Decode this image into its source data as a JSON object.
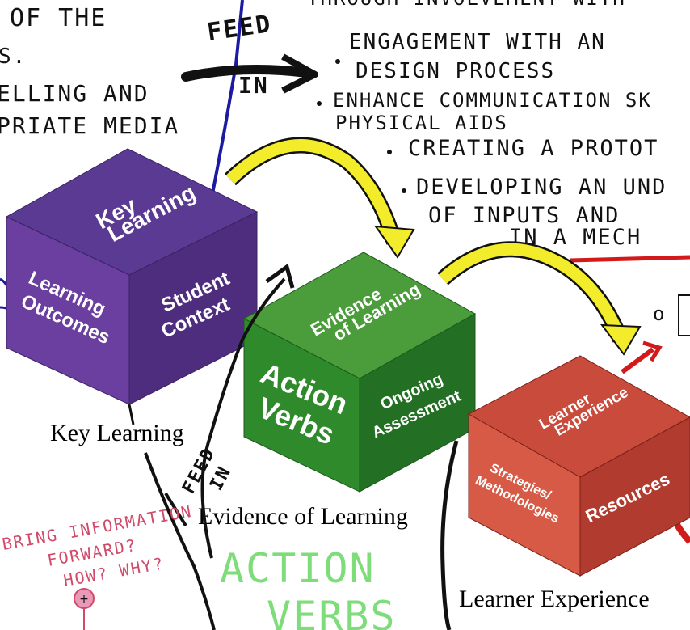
{
  "notes": {
    "top_left": [
      "OF THE",
      "S.",
      "ELLING AND",
      "PRIATE MEDIA"
    ],
    "feed_in_top": [
      "FEED",
      "IN"
    ],
    "bullets": [
      "THROUGH INVOLVEMENT WITH",
      "ENGAGEMENT WITH AN",
      "DESIGN PROCESS",
      "ENHANCE COMMUNICATION SK",
      "PHYSICAL AIDS",
      "CREATING A PROTOT",
      "DEVELOPING AN UND",
      "OF INPUTS AND",
      "IN A MECH"
    ],
    "right_fragment": "o",
    "feed_in_mid": [
      "FEED",
      "IN"
    ],
    "bring_forward": [
      "BRING INFORMATION",
      "FORWARD?",
      "HOW? WHY?"
    ],
    "action_verbs_green": [
      "ACTION",
      "VERBS"
    ]
  },
  "cubes": {
    "key_learning": {
      "top": [
        "Key",
        "Learning"
      ],
      "left": [
        "Learning",
        "Outcomes"
      ],
      "right": [
        "Student",
        "Context"
      ],
      "caption": "Key Learning",
      "colors": {
        "top": "#5b3a93",
        "left": "#6a3f9f",
        "right": "#4e2d7f"
      }
    },
    "evidence_of_learning": {
      "top": [
        "Evidence",
        "of Learning"
      ],
      "left": [
        "Action",
        "Verbs"
      ],
      "right": [
        "Ongoing",
        "Assessment"
      ],
      "caption": "Evidence of Learning",
      "colors": {
        "top": "#4b9c3a",
        "left": "#2f8a2c",
        "right": "#236f23"
      }
    },
    "learner_experience": {
      "top": [
        "Learner",
        "Experience"
      ],
      "left": [
        "Strategies/",
        "Methodologies"
      ],
      "right": [
        "Resources"
      ],
      "caption": "Learner Experience",
      "colors": {
        "top": "#c84b3c",
        "left": "#d65a45",
        "right": "#b23b30"
      }
    }
  },
  "colors": {
    "arrow_yellow": "#f2ec2a",
    "ink_black": "#111111",
    "ink_blue": "#1c1aa0",
    "ink_red": "#d21a1a",
    "ink_green": "#7fdc7a",
    "ink_pink": "#d14a6a"
  }
}
